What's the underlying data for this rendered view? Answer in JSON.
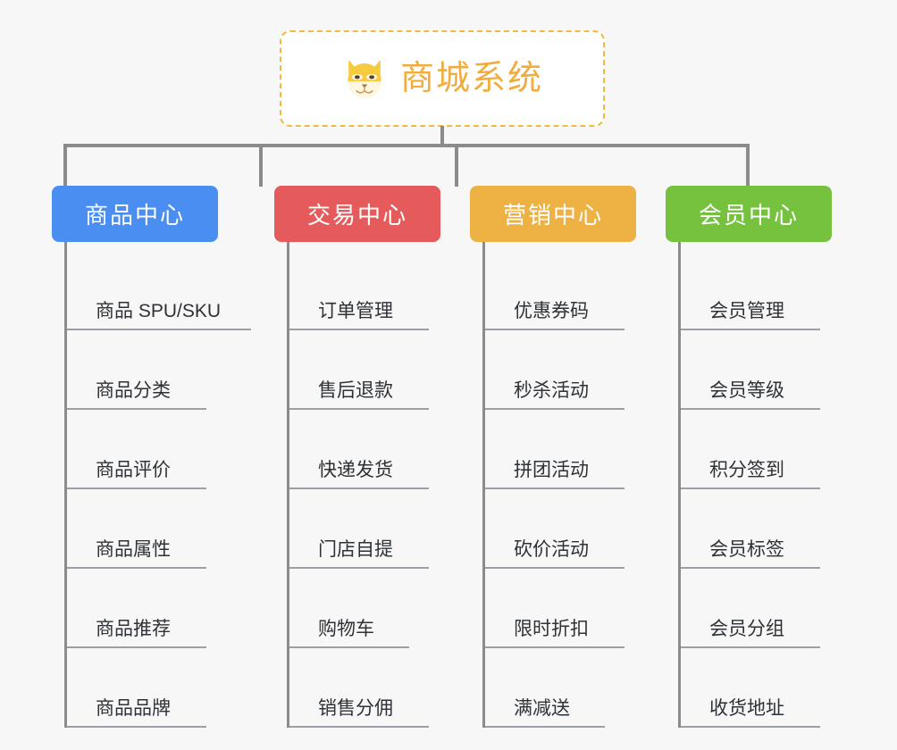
{
  "diagram": {
    "title": "商城系统",
    "root": {
      "icon": "shiba-dog-face-icon",
      "label": "商城系统",
      "text_color": "#f0ad3e",
      "border_color": "#f3b93d",
      "background": "#ffffff"
    },
    "canvas_background": "#f7f7f7",
    "connector_color": "#8b8b8b",
    "leaf_rule_color": "#9aa0a6",
    "leaf_text_color": "#2e3236",
    "columns": [
      {
        "id": "product-center",
        "label": "商品中心",
        "color": "#4a8ef2",
        "items": [
          "商品 SPU/SKU",
          "商品分类",
          "商品评价",
          "商品属性",
          "商品推荐",
          "商品品牌"
        ]
      },
      {
        "id": "trade-center",
        "label": "交易中心",
        "color": "#e55b5b",
        "items": [
          "订单管理",
          "售后退款",
          "快递发货",
          "门店自提",
          "购物车",
          "销售分佣"
        ]
      },
      {
        "id": "marketing-center",
        "label": "营销中心",
        "color": "#eeb143",
        "items": [
          "优惠券码",
          "秒杀活动",
          "拼团活动",
          "砍价活动",
          "限时折扣",
          "满减送"
        ]
      },
      {
        "id": "member-center",
        "label": "会员中心",
        "color": "#76c23f",
        "items": [
          "会员管理",
          "会员等级",
          "积分签到",
          "会员标签",
          "会员分组",
          "收货地址"
        ]
      }
    ]
  }
}
